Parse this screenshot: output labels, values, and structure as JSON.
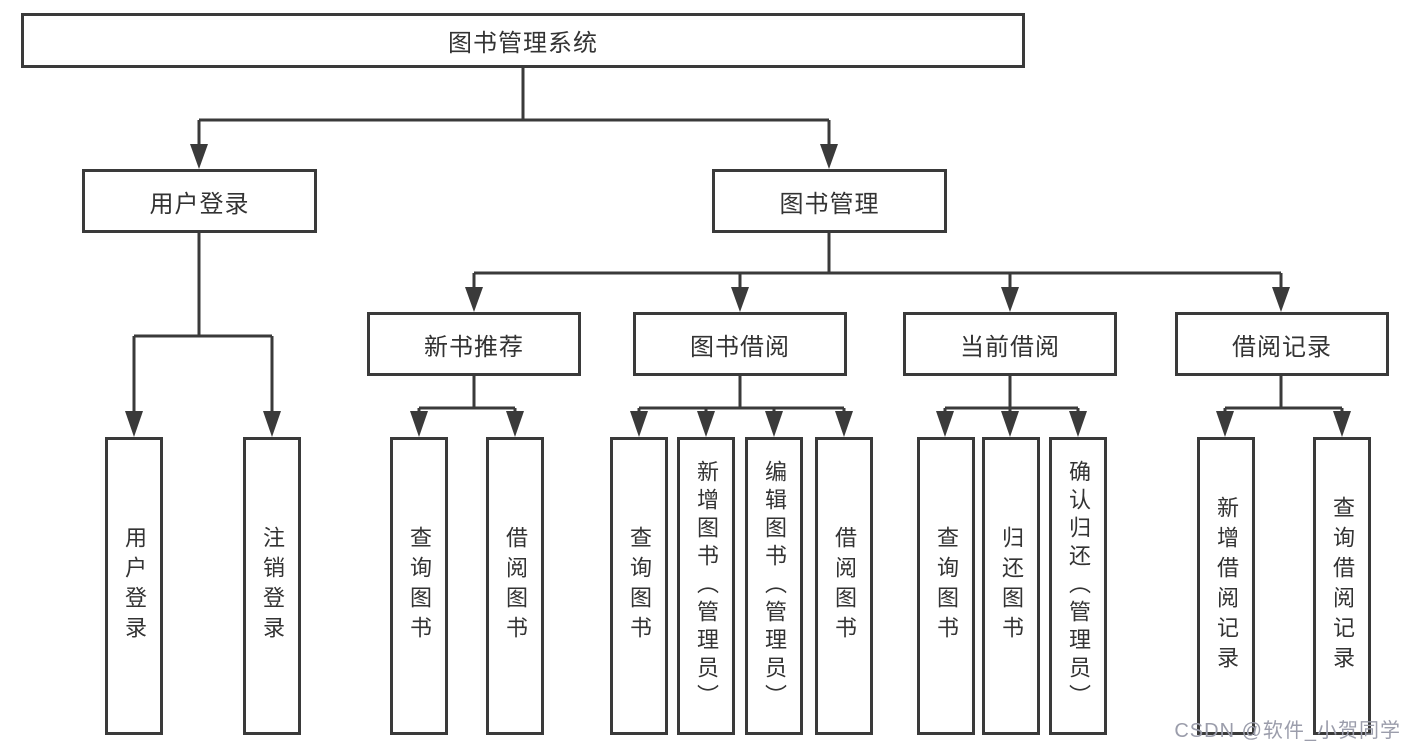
{
  "title_box": "图书管理系统",
  "level2": {
    "user_login": "用户登录",
    "book_mgmt": "图书管理"
  },
  "level3": {
    "new_book": "新书推荐",
    "book_borrow": "图书借阅",
    "current_borrow": "当前借阅",
    "borrow_records": "借阅记录"
  },
  "leaves": {
    "user_login": [
      "用户登录",
      "注销登录"
    ],
    "new_book": [
      "查询图书",
      "借阅图书"
    ],
    "book_borrow": [
      "查询图书",
      "新增图书（管理员）",
      "编辑图书（管理员）",
      "借阅图书"
    ],
    "current_borrow": [
      "查询图书",
      "归还图书",
      "确认归还（管理员）"
    ],
    "borrow_records": [
      "新增借阅记录",
      "查询借阅记录"
    ]
  },
  "watermark": "CSDN @软件_小贺同学",
  "colors": {
    "line": "#3a3a3a",
    "text": "#333333",
    "watermark": "#9b9dab"
  }
}
